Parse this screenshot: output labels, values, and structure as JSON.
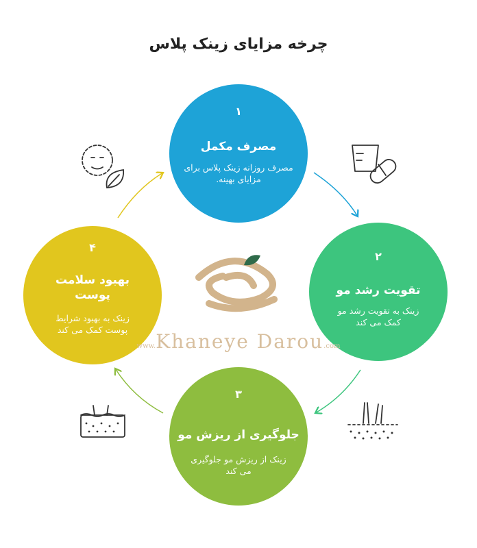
{
  "title": "چرخه مزایای زینک پلاس",
  "steps": [
    {
      "number": "۱",
      "heading": "مصرف مکمل",
      "description": "مصرف روزانه زینک پلاس برای مزایای بهینه."
    },
    {
      "number": "۲",
      "heading": "تقویت رشد مو",
      "description": "زینک به تقویت رشد مو کمک می کند"
    },
    {
      "number": "۳",
      "heading": "جلوگیری از ریزش مو",
      "description": "زینک از ریزش مو جلوگیری می کند"
    },
    {
      "number": "۴",
      "heading": "بهبود سلامت پوست",
      "description": "زینک به بهبود شرایط پوست کمک می کند"
    }
  ],
  "watermark": {
    "prefix": "www.",
    "name": "Khaneye Darou",
    "suffix": ".com"
  },
  "icons": [
    "supplement-icon",
    "hair-growth-icon",
    "skin-layer-icon",
    "face-leaf-icon",
    "khaneye-darou-logo"
  ],
  "colors": {
    "step1": "#1ea3d7",
    "step2": "#3dc57e",
    "step3": "#8ebd3f",
    "step4": "#e1c61e",
    "logo": "#d2b48c",
    "leaf": "#2f6b4a"
  }
}
